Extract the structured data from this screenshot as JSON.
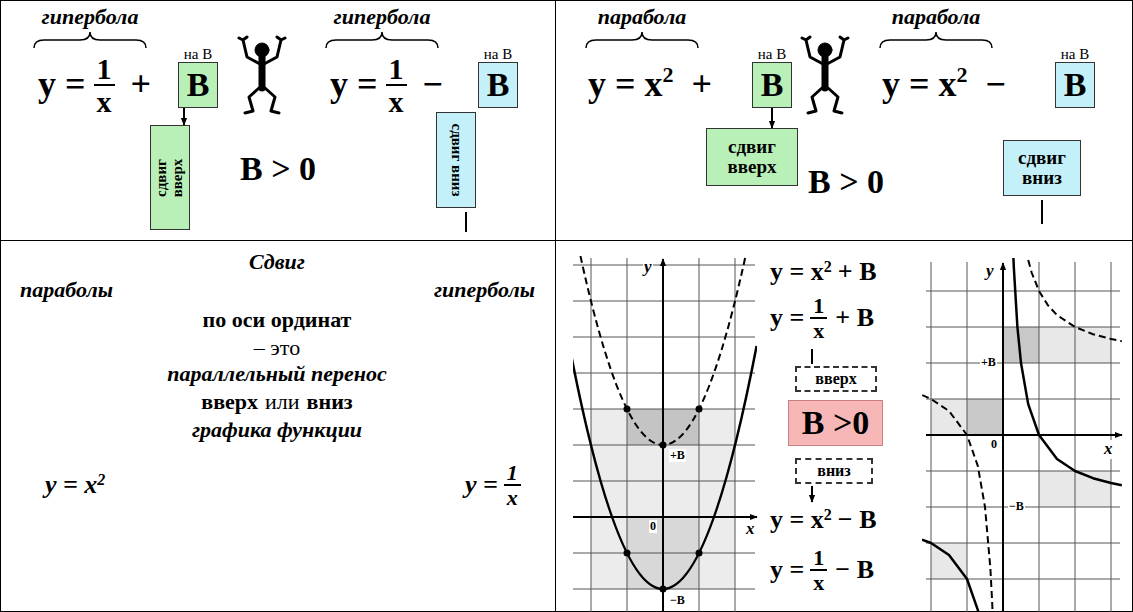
{
  "diagram": {
    "nodes": [
      {
        "text": [
          "на B",
          "B"
        ]
      },
      {
        "text": [
          "сдвиг вверх"
        ]
      },
      {
        "text": [
          "на B",
          "B"
        ]
      },
      {
        "text": [
          "сдвиг вниз"
        ]
      },
      {
        "text": [
          "на B",
          "B"
        ]
      },
      {
        "text": [
          "сдвиг вверх"
        ]
      },
      {
        "text": [
          "на B",
          "B"
        ]
      },
      {
        "text": [
          "сдвиг вниз"
        ]
      },
      {
        "text": [
          "вверх"
        ]
      },
      {
        "text": [
          "B >0"
        ]
      },
      {
        "text": [
          "вниз"
        ]
      }
    ],
    "edges": [
      {
        "from": 0,
        "to": 1,
        "arrow": "to"
      },
      {
        "from": 4,
        "to": 5,
        "arrow": "to"
      }
    ],
    "labels": [
      "гипербола",
      "y =",
      "1",
      "x",
      "+",
      "гипербола",
      "y =",
      "1",
      "x",
      "−",
      "B > 0",
      "парабола",
      "y = x",
      "2",
      "+",
      "парабола",
      "y = x",
      "2",
      "−",
      "B > 0",
      "Сдвиг",
      "параболы",
      "гиперболы",
      "по оси ординат",
      "– это",
      "параллельный перенос",
      "вверх",
      "или",
      "вниз",
      "графика функции",
      "y = x",
      "2",
      "y =",
      "1",
      "x",
      "y",
      "x",
      "+B",
      "0",
      "−B",
      "y = x",
      "2",
      "+ B",
      "y =",
      "1",
      "x",
      "+ B",
      "y = x",
      "2",
      "− B",
      "y =",
      "1",
      "x",
      "− B",
      "y",
      "x",
      "+B",
      "0",
      "−B"
    ]
  }
}
